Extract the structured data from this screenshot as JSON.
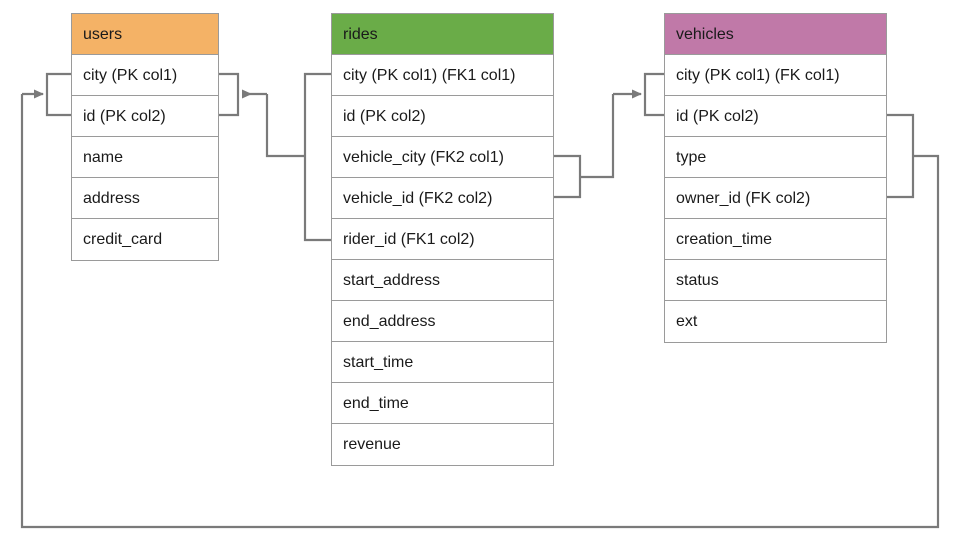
{
  "diagram": {
    "title": "Database schema entity relationship diagram",
    "background": "#ffffff",
    "line_color": "#7a7a7a",
    "border_color": "#9a9a9a",
    "text_color": "#1a1a1a"
  },
  "entities": [
    {
      "name": "users",
      "header_color": "#f4b266",
      "columns": [
        "city (PK col1)",
        "id (PK col2)",
        "name",
        "address",
        "credit_card"
      ]
    },
    {
      "name": "rides",
      "header_color": "#6aac48",
      "columns": [
        "city (PK col1) (FK1 col1)",
        "id (PK col2)",
        "vehicle_city (FK2 col1)",
        "vehicle_id (FK2 col2)",
        "rider_id (FK1 col2)",
        "start_address",
        "end_address",
        "start_time",
        "end_time",
        "revenue"
      ]
    },
    {
      "name": "vehicles",
      "header_color": "#c079a8",
      "columns": [
        "city (PK col1) (FK col1)",
        "id (PK col2)",
        "type",
        "owner_id (FK col2)",
        "creation_time",
        "status",
        "ext"
      ]
    }
  ],
  "relationships": [
    {
      "id": "rides-to-users",
      "from_entity": "rides",
      "from_columns": [
        "city (PK col1) (FK1 col1)",
        "rider_id (FK1 col2)"
      ],
      "to_entity": "users",
      "to_columns": [
        "city (PK col1)",
        "id (PK col2)"
      ],
      "arrow": "points-left-into-users"
    },
    {
      "id": "rides-to-vehicles",
      "from_entity": "rides",
      "from_columns": [
        "vehicle_city (FK2 col1)",
        "vehicle_id (FK2 col2)"
      ],
      "to_entity": "vehicles",
      "to_columns": [
        "city (PK col1) (FK col1)",
        "id (PK col2)"
      ],
      "arrow": "points-right-into-vehicles"
    },
    {
      "id": "vehicles-to-users",
      "from_entity": "vehicles",
      "from_columns": [
        "id (PK col2)",
        "owner_id (FK col2)"
      ],
      "to_entity": "users",
      "to_columns": [
        "city (PK col1)",
        "id (PK col2)"
      ],
      "arrow": "points-right-into-users"
    }
  ]
}
